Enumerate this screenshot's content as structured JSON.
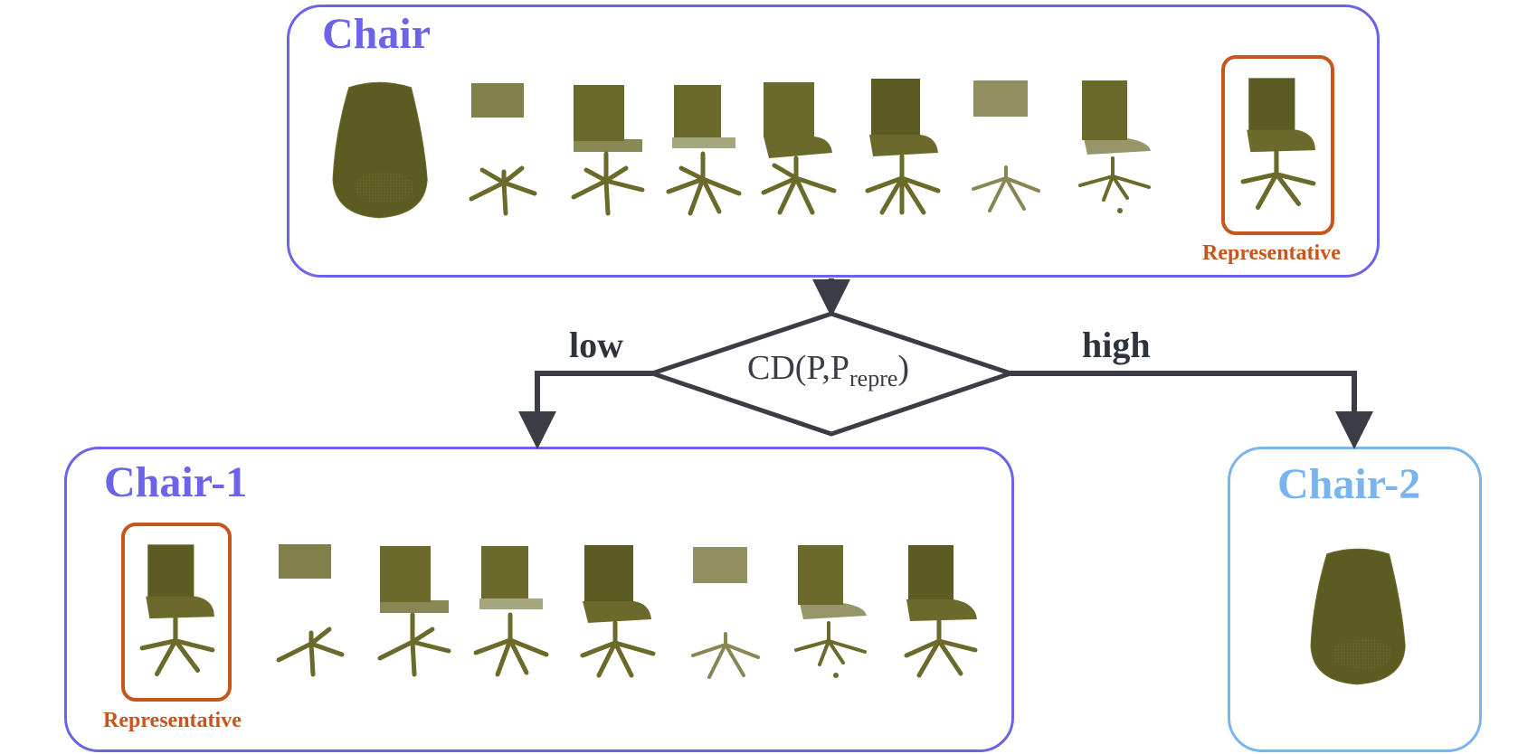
{
  "top_group": {
    "title": "Chair",
    "representative_label": "Representative"
  },
  "decision": {
    "cd_main": "CD(P,P",
    "cd_sub": "repre",
    "cd_close": ")",
    "low_label": "low",
    "high_label": "high"
  },
  "group_1": {
    "title": "Chair-1",
    "representative_label": "Representative"
  },
  "group_2": {
    "title": "Chair-2"
  },
  "colors": {
    "group_border": "#6c63e8",
    "group2_border": "#7ab4ee",
    "representative": "#c8561c",
    "arrow": "#3a3d45",
    "point_cloud": "#6b6a2a"
  }
}
